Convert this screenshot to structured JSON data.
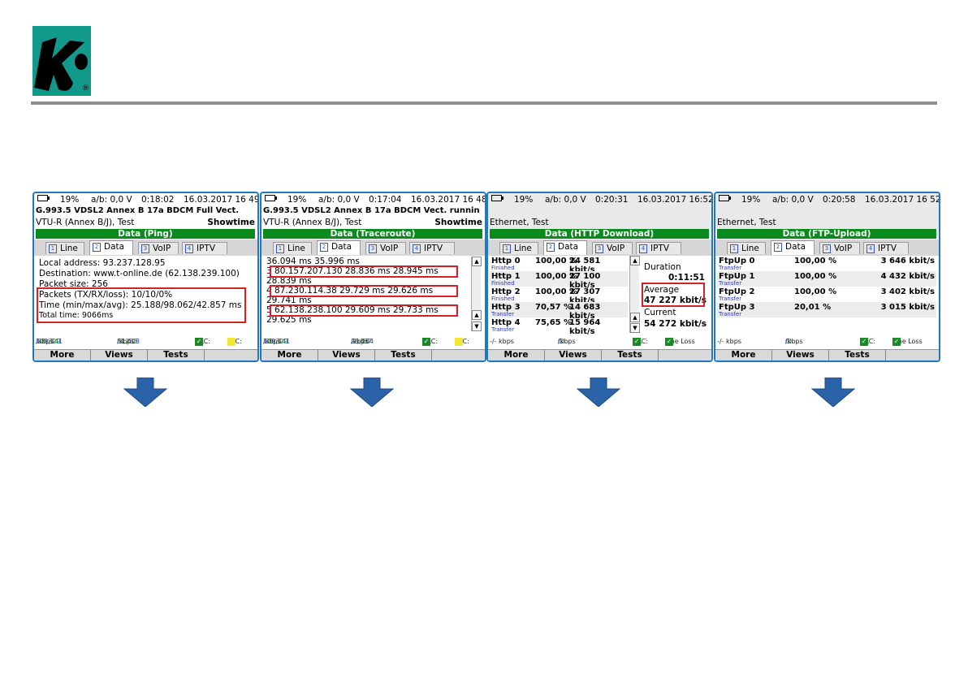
{
  "logo": {
    "text": "K",
    "mark": "®",
    "colors": {
      "bg": "#119a8c",
      "glyph": "#000000"
    }
  },
  "colors": {
    "frame": "#1f77c5",
    "titlebar": "#0b8a1e",
    "highlight": "#d81f26",
    "arrow": "#2a63a8"
  },
  "screens": [
    {
      "battery": "19%",
      "ab": "a/b: 0,0 V",
      "time": "0:18:02",
      "date": "16.03.2017 16 49",
      "line1": "G.993.5 VDSL2 Annex B 17a BDCM Full Vect.",
      "info": "VTU-R (Annex B/J), Test",
      "info_right": "Showtime",
      "title": "Data (Ping)",
      "tabs": [
        {
          "num": "1",
          "label": "Line"
        },
        {
          "num": "2",
          "label": "Data"
        },
        {
          "num": "3",
          "label": "VoIP"
        },
        {
          "num": "4",
          "label": "IPTV"
        }
      ],
      "lines": [
        "Local address: 93.237.128.95",
        "Destination: www.t-online.de (62.138.239.100)",
        "Packet size: 256",
        "Packets (TX/RX/loss): 10/10/0%",
        "Time (min/max/avg): 25.188/98.062/42.857 ms",
        "Total time: 9066ms"
      ],
      "kbps_a": "109,341",
      "kbps_b": "39,329",
      "kbps_unit": "kbps",
      "kbps_c": "81,408",
      "kbps_d": "3,735",
      "crc": "CRC:",
      "fec": "FEC:",
      "menu": [
        "More",
        "Views",
        "Tests"
      ]
    },
    {
      "battery": "19%",
      "ab": "a/b: 0,0 V",
      "time": "0:17:04",
      "date": "16.03.2017 16 48",
      "line1": "G.993.5 VDSL2 Annex B 17a BDCM Vect. runnin",
      "info": "VTU-R (Annex B/J), Test",
      "info_right": "Showtime",
      "title": "Data (Traceroute)",
      "tabs": [
        {
          "num": "1",
          "label": "Line"
        },
        {
          "num": "2",
          "label": "Data"
        },
        {
          "num": "3",
          "label": "VoIP"
        },
        {
          "num": "4",
          "label": "IPTV"
        }
      ],
      "lines": [
        "36.094 ms  35.996 ms",
        "3  80.157.207.130  28.836 ms  28.945 ms",
        "28.839 ms",
        "4  87.230.114.38  29.729 ms  29.626 ms",
        "29.741 ms",
        "5  62.138.238.100  29.609 ms  29.733 ms",
        "29.625 ms"
      ],
      "kbps_a": "109,341",
      "kbps_b": "39,329",
      "kbps_unit": "kbps",
      "kbps_c": "29,184",
      "kbps_d": "2,457",
      "crc": "CRC:",
      "fec": "FEC:",
      "menu": [
        "More",
        "Views",
        "Tests"
      ]
    },
    {
      "battery": "19%",
      "ab": "a/b: 0,0 V",
      "time": "0:20:31",
      "date": "16.03.2017 16:52",
      "info": "Ethernet, Test",
      "title": "Data (HTTP Download)",
      "tabs": [
        {
          "num": "1",
          "label": "Line"
        },
        {
          "num": "2",
          "label": "Data"
        },
        {
          "num": "3",
          "label": "VoIP"
        },
        {
          "num": "4",
          "label": "IPTV"
        }
      ],
      "rows": [
        {
          "name": "Http 0",
          "state": "Finished",
          "pct": "100,00 %",
          "rate": "24 581 kbit/s"
        },
        {
          "name": "Http 1",
          "state": "Finished",
          "pct": "100,00 %",
          "rate": "27 100 kbit/s"
        },
        {
          "name": "Http 2",
          "state": "Finished",
          "pct": "100,00 %",
          "rate": "27 307 kbit/s"
        },
        {
          "name": "Http 3",
          "state": "Transfer",
          "pct": "70,57 %",
          "rate": "14 683 kbit/s"
        },
        {
          "name": "Http 4",
          "state": "Transfer",
          "pct": "75,65 %",
          "rate": "15 964 kbit/s"
        }
      ],
      "duration_label": "Duration",
      "duration": "0:11:51",
      "average_label": "Average",
      "average": "47 227 kbit/s",
      "current_label": "Current",
      "current": "54 272 kbit/s",
      "kbps_a": "-/- kbps",
      "kbps_b": "0",
      "kbps_c": "0",
      "kbps_unit": "kbps",
      "crc": "CRC:",
      "loss": "Line Loss",
      "menu": [
        "More",
        "Views",
        "Tests"
      ]
    },
    {
      "battery": "19%",
      "ab": "a/b: 0,0 V",
      "time": "0:20:58",
      "date": "16.03.2017 16 52",
      "info": "Ethernet, Test",
      "title": "Data (FTP-Upload)",
      "tabs": [
        {
          "num": "1",
          "label": "Line"
        },
        {
          "num": "2",
          "label": "Data"
        },
        {
          "num": "3",
          "label": "VoIP"
        },
        {
          "num": "4",
          "label": "IPTV"
        }
      ],
      "rows": [
        {
          "name": "FtpUp 0",
          "state": "Transfer",
          "pct": "100,00 %",
          "rate": "3 646 kbit/s"
        },
        {
          "name": "FtpUp 1",
          "state": "Transfer",
          "pct": "100,00 %",
          "rate": "4 432 kbit/s"
        },
        {
          "name": "FtpUp 2",
          "state": "Transfer",
          "pct": "100,00 %",
          "rate": "3 402 kbit/s"
        },
        {
          "name": "FtpUp 3",
          "state": "Transfer",
          "pct": "20,01 %",
          "rate": "3 015 kbit/s"
        }
      ],
      "kbps_a": "-/- kbps",
      "kbps_b": "0",
      "kbps_c": "0",
      "kbps_unit": "kbps",
      "crc": "CRC:",
      "loss": "Line Loss",
      "menu": [
        "More",
        "Views",
        "Tests"
      ]
    }
  ]
}
